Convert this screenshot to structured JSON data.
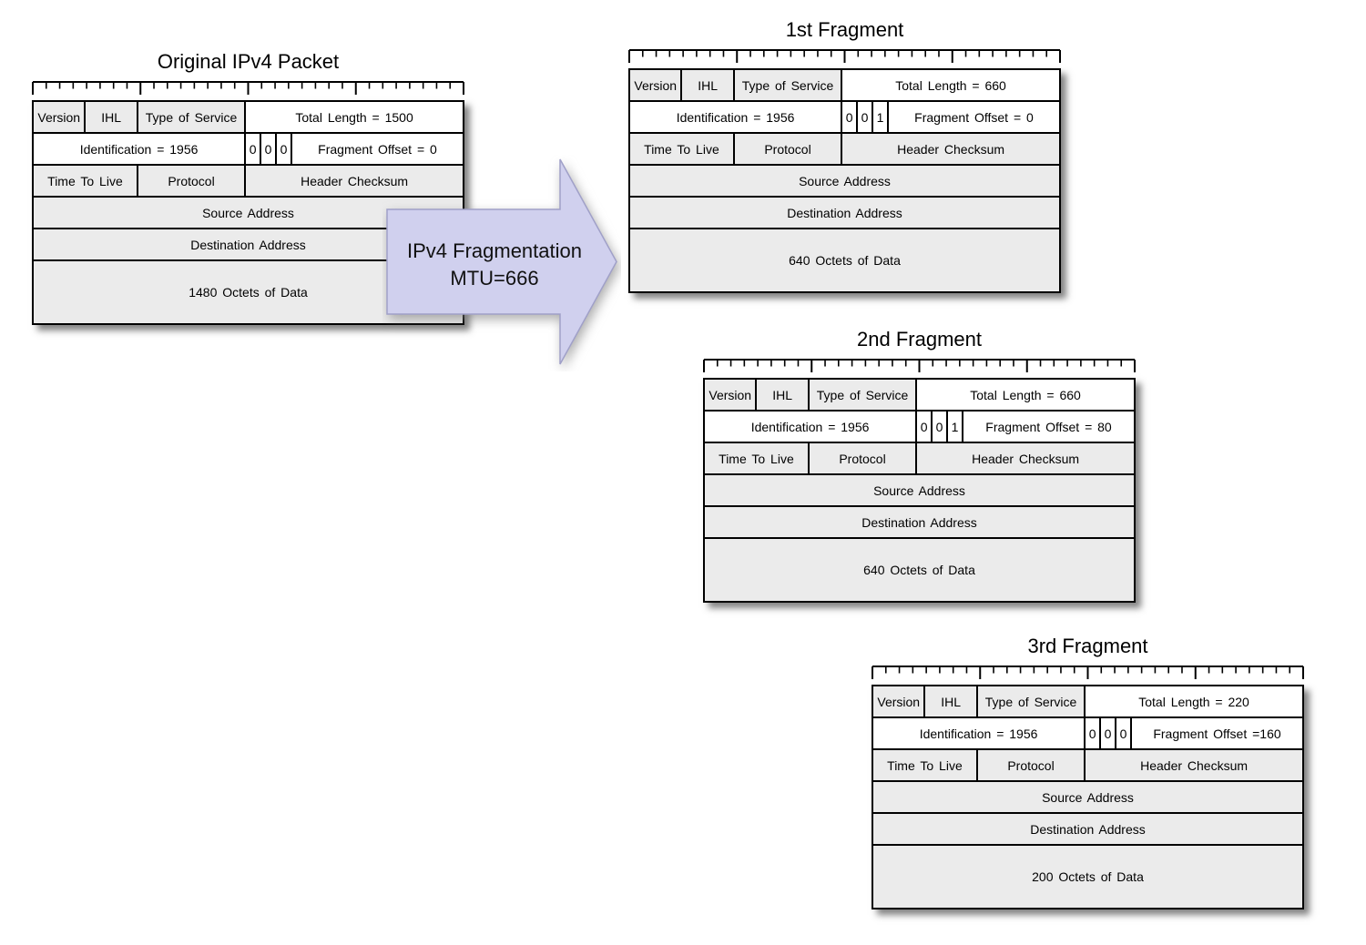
{
  "colors": {
    "cell_gray": "#ebebeb",
    "cell_white": "#ffffff",
    "border": "#000000",
    "arrow_fill": "#d0d0ee",
    "arrow_border": "#a0a0c8"
  },
  "arrow": {
    "label_line1": "IPv4 Fragmentation",
    "label_line2": "MTU=666"
  },
  "packets": [
    {
      "title": "Original IPv4 Packet",
      "version": "Version",
      "ihl": "IHL",
      "tos": "Type of Service",
      "total_length": "Total Length = 1500",
      "identification": "Identification = 1956",
      "flags": [
        "0",
        "0",
        "0"
      ],
      "fragment_offset": "Fragment Offset = 0",
      "ttl": "Time To Live",
      "protocol": "Protocol",
      "header_checksum": "Header Checksum",
      "source_address": "Source Address",
      "destination_address": "Destination Address",
      "data_octets": "1480 Octets of Data"
    },
    {
      "title": "1st Fragment",
      "version": "Version",
      "ihl": "IHL",
      "tos": "Type of Service",
      "total_length": "Total Length = 660",
      "identification": "Identification = 1956",
      "flags": [
        "0",
        "0",
        "1"
      ],
      "fragment_offset": "Fragment Offset = 0",
      "ttl": "Time To Live",
      "protocol": "Protocol",
      "header_checksum": "Header Checksum",
      "source_address": "Source Address",
      "destination_address": "Destination Address",
      "data_octets": "640 Octets of Data"
    },
    {
      "title": "2nd Fragment",
      "version": "Version",
      "ihl": "IHL",
      "tos": "Type of Service",
      "total_length": "Total Length = 660",
      "identification": "Identification = 1956",
      "flags": [
        "0",
        "0",
        "1"
      ],
      "fragment_offset": "Fragment Offset = 80",
      "ttl": "Time To Live",
      "protocol": "Protocol",
      "header_checksum": "Header Checksum",
      "source_address": "Source Address",
      "destination_address": "Destination Address",
      "data_octets": "640 Octets of Data"
    },
    {
      "title": "3rd Fragment",
      "version": "Version",
      "ihl": "IHL",
      "tos": "Type of Service",
      "total_length": "Total Length = 220",
      "identification": "Identification = 1956",
      "flags": [
        "0",
        "0",
        "0"
      ],
      "fragment_offset": "Fragment Offset =160",
      "ttl": "Time To Live",
      "protocol": "Protocol",
      "header_checksum": "Header Checksum",
      "source_address": "Source Address",
      "destination_address": "Destination Address",
      "data_octets": "200 Octets of Data"
    }
  ]
}
